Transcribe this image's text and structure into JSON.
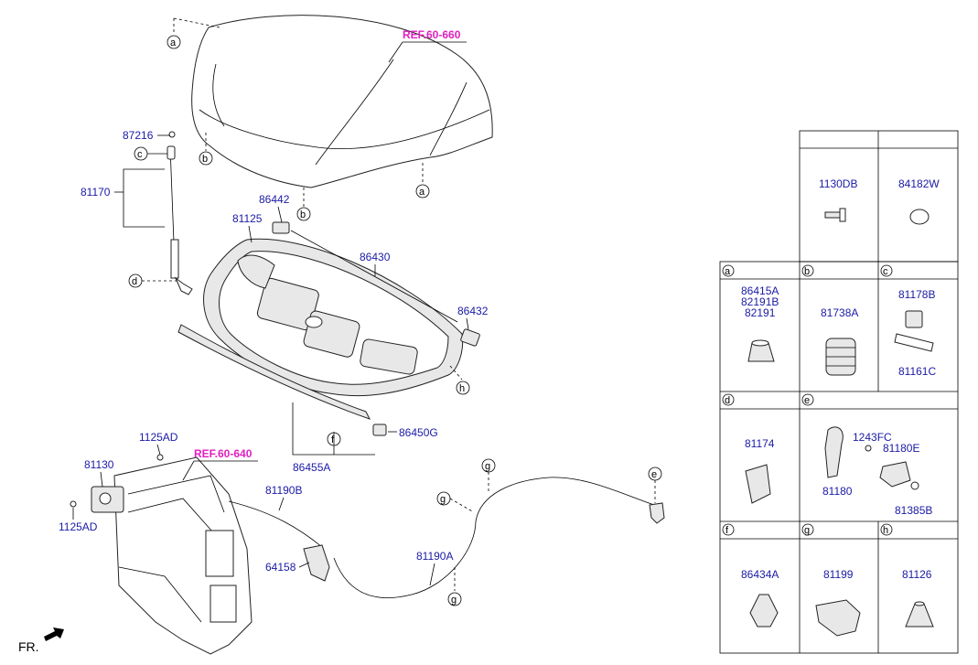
{
  "refs": {
    "hood": "REF.60-660",
    "panel": "REF.60-640"
  },
  "callouts": {
    "p87216": "87216",
    "p81170": "81170",
    "p86442": "86442",
    "p81125": "81125",
    "p86430": "86430",
    "p86432": "86432",
    "p86450G": "86450G",
    "p86455A": "86455A",
    "p1125AD_top": "1125AD",
    "p81130": "81130",
    "p1125AD_bot": "1125AD",
    "p81190B": "81190B",
    "p64158": "64158",
    "p81190A": "81190A"
  },
  "letters": {
    "a": "a",
    "b": "b",
    "c": "c",
    "d": "d",
    "e": "e",
    "f": "f",
    "g": "g",
    "h": "h"
  },
  "front_label": "FR.",
  "table": {
    "row1": {
      "cell1": {
        "part": "1130DB"
      },
      "cell2": {
        "part": "84182W"
      }
    },
    "row2": {
      "a": {
        "letter": "a",
        "parts": [
          "86415A",
          "82191B",
          "82191"
        ]
      },
      "b": {
        "letter": "b",
        "parts": [
          "81738A"
        ]
      },
      "c": {
        "letter": "c",
        "parts": [
          "81178B",
          "81161C"
        ]
      }
    },
    "row3": {
      "d": {
        "letter": "d",
        "parts": [
          "81174"
        ]
      },
      "e": {
        "letter": "e",
        "parts": [
          "1243FC",
          "81180E",
          "81180",
          "81385B"
        ]
      }
    },
    "row4": {
      "f": {
        "letter": "f",
        "parts": [
          "86434A"
        ]
      },
      "g": {
        "letter": "g",
        "parts": [
          "81199"
        ]
      },
      "h": {
        "letter": "h",
        "parts": [
          "81126"
        ]
      }
    }
  }
}
